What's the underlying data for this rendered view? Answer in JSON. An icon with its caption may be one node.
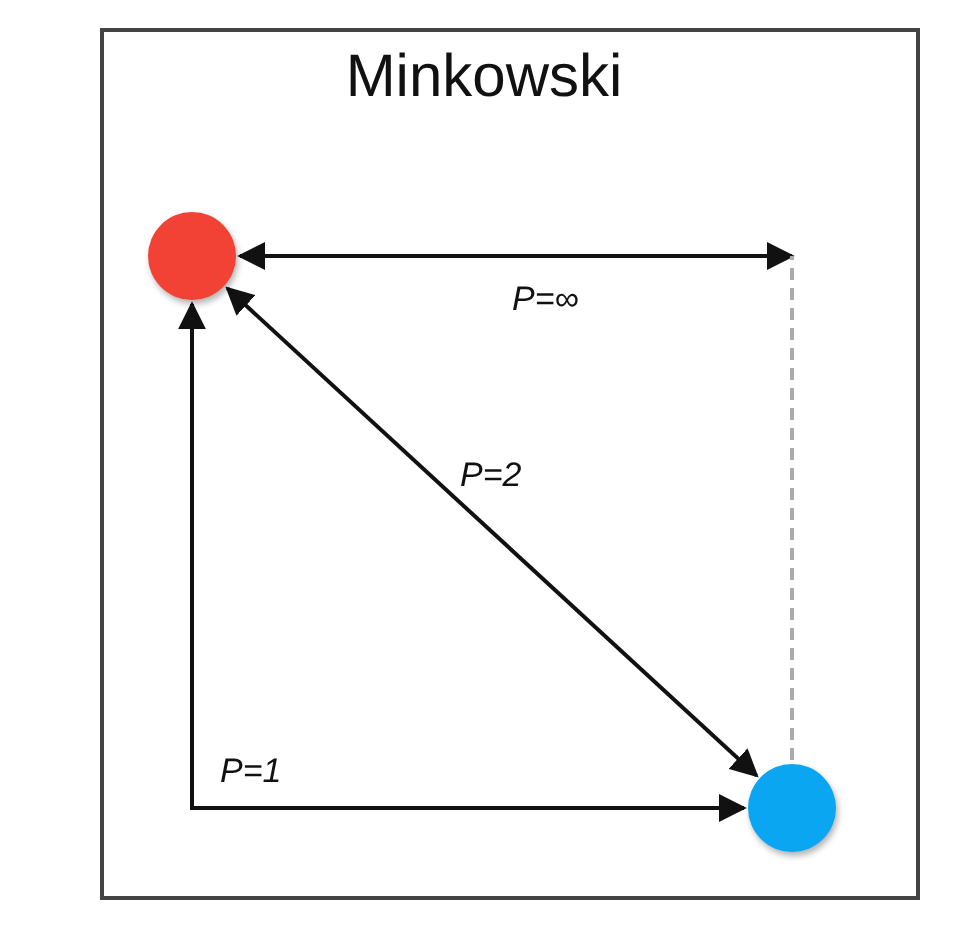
{
  "diagram": {
    "title": "Minkowski",
    "nodes": [
      {
        "text": [],
        "shape": "circle"
      },
      {
        "text": [],
        "shape": "circle"
      }
    ],
    "edges": [
      {
        "from": 1,
        "to": 0,
        "arrow": "to",
        "label": "P=∞"
      },
      {
        "from": 0,
        "to": 1,
        "arrow": "both",
        "label": "P=2"
      },
      {
        "from": 0,
        "to": 1,
        "arrow": "both",
        "label": "P=1"
      }
    ]
  }
}
